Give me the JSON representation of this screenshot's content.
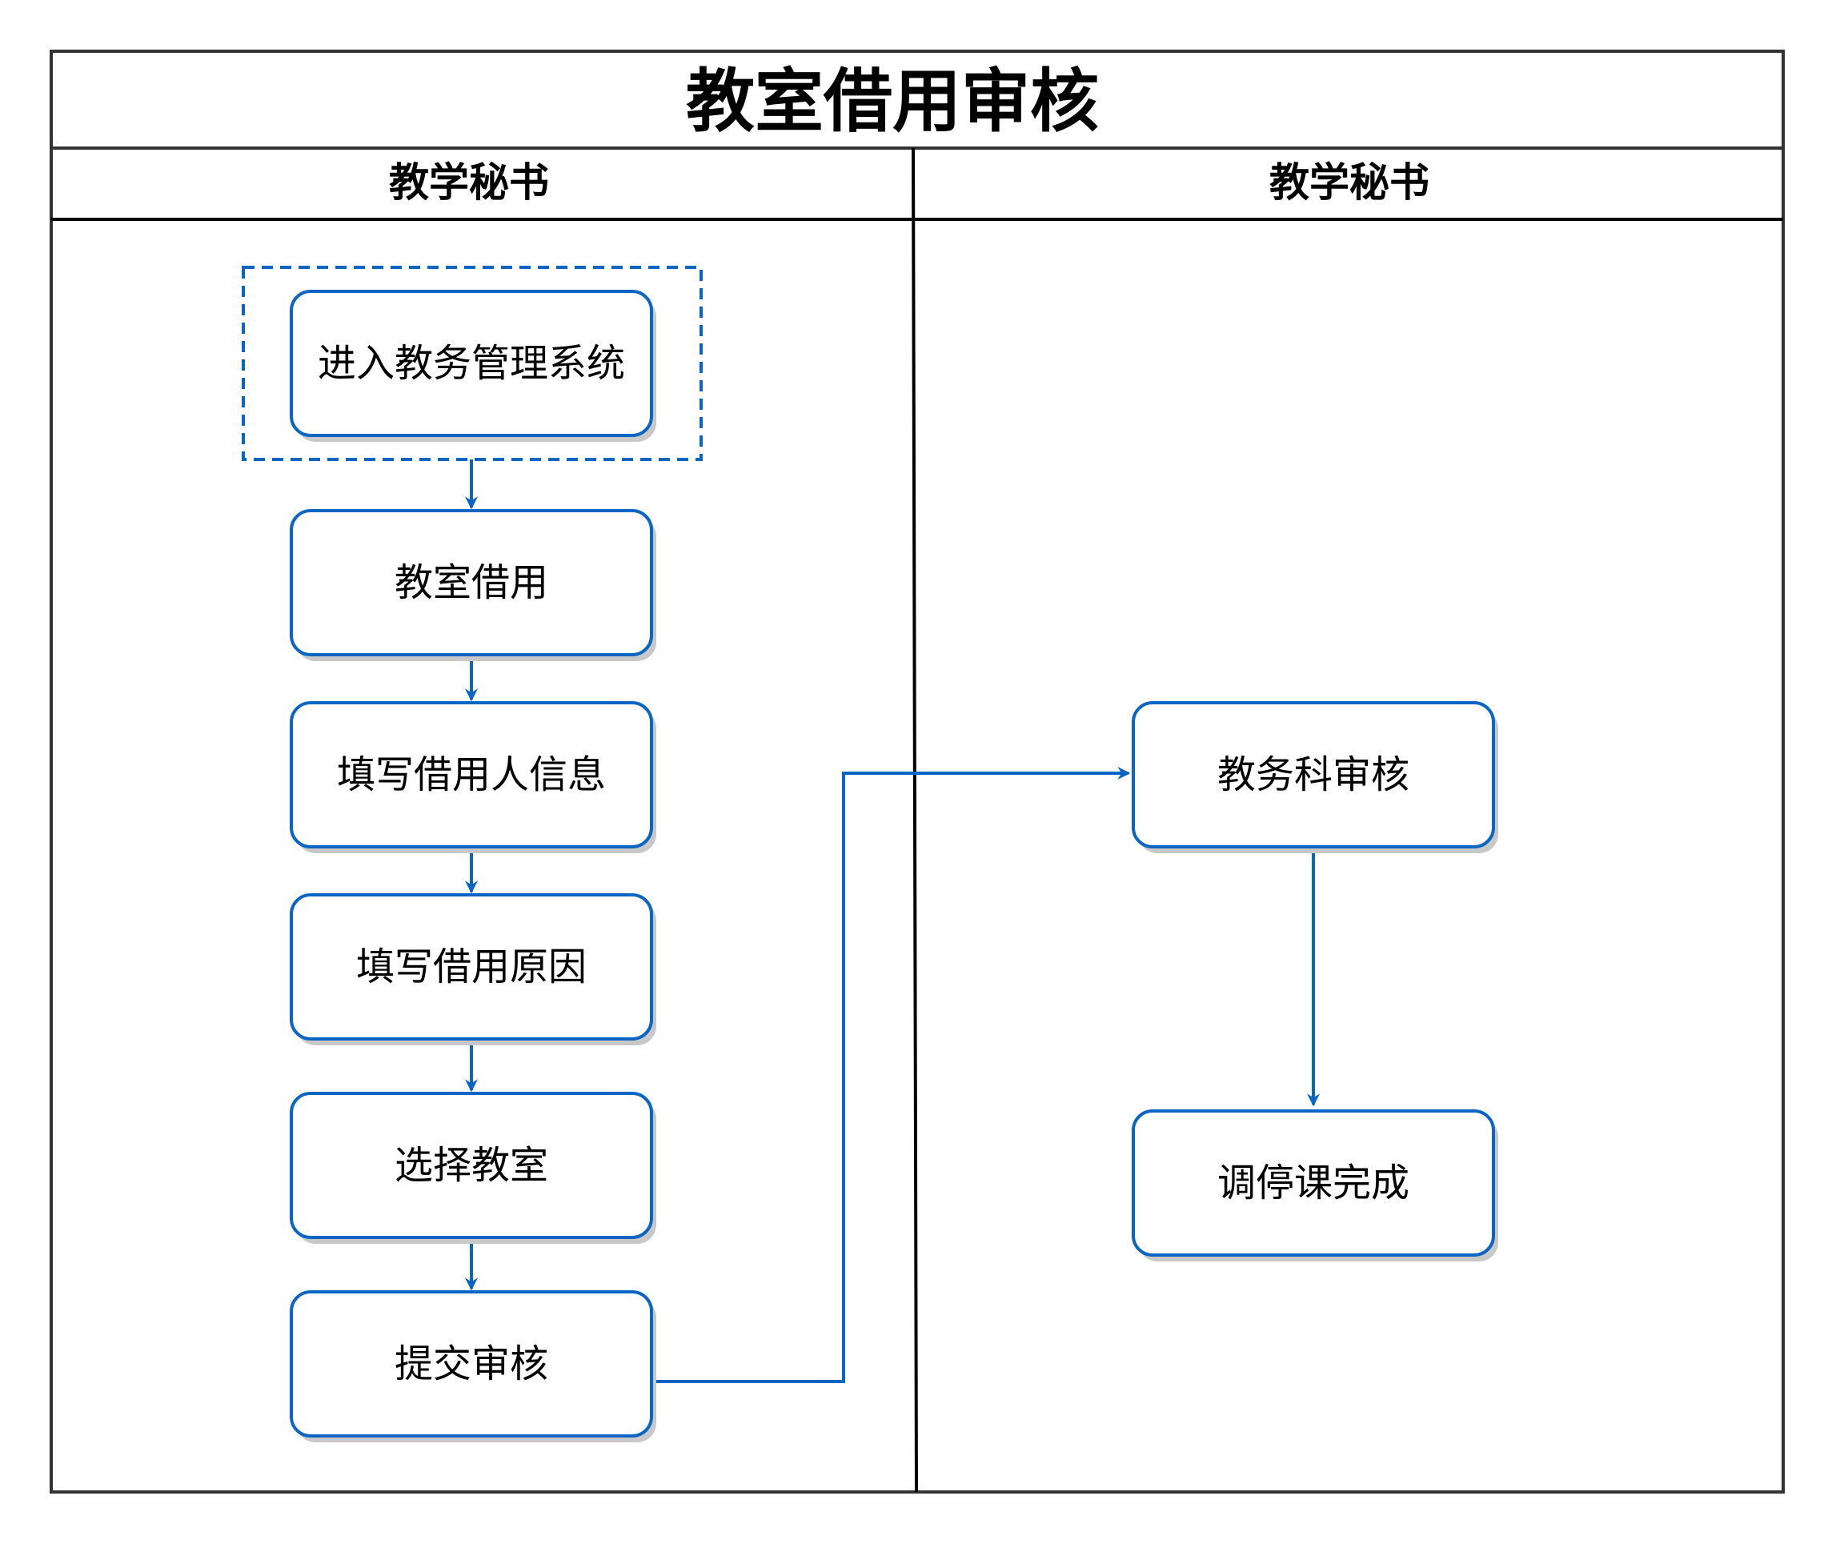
{
  "title": "教室借用审核",
  "lanes": [
    {
      "label": "教学秘书"
    },
    {
      "label": "教学秘书"
    }
  ],
  "nodes": {
    "enter": "进入教务管理系统",
    "borrow": "教室借用",
    "fill_info": "填写借用人信息",
    "fill_reason": "填写借用原因",
    "choose_room": "选择教室",
    "submit": "提交审核",
    "dept_review": "教务科审核",
    "complete": "调停课完成"
  },
  "colors": {
    "node_border": "#0a66c2",
    "connector": "#0a66c2",
    "frame": "#333333",
    "shadow": "#c8c8c8"
  }
}
